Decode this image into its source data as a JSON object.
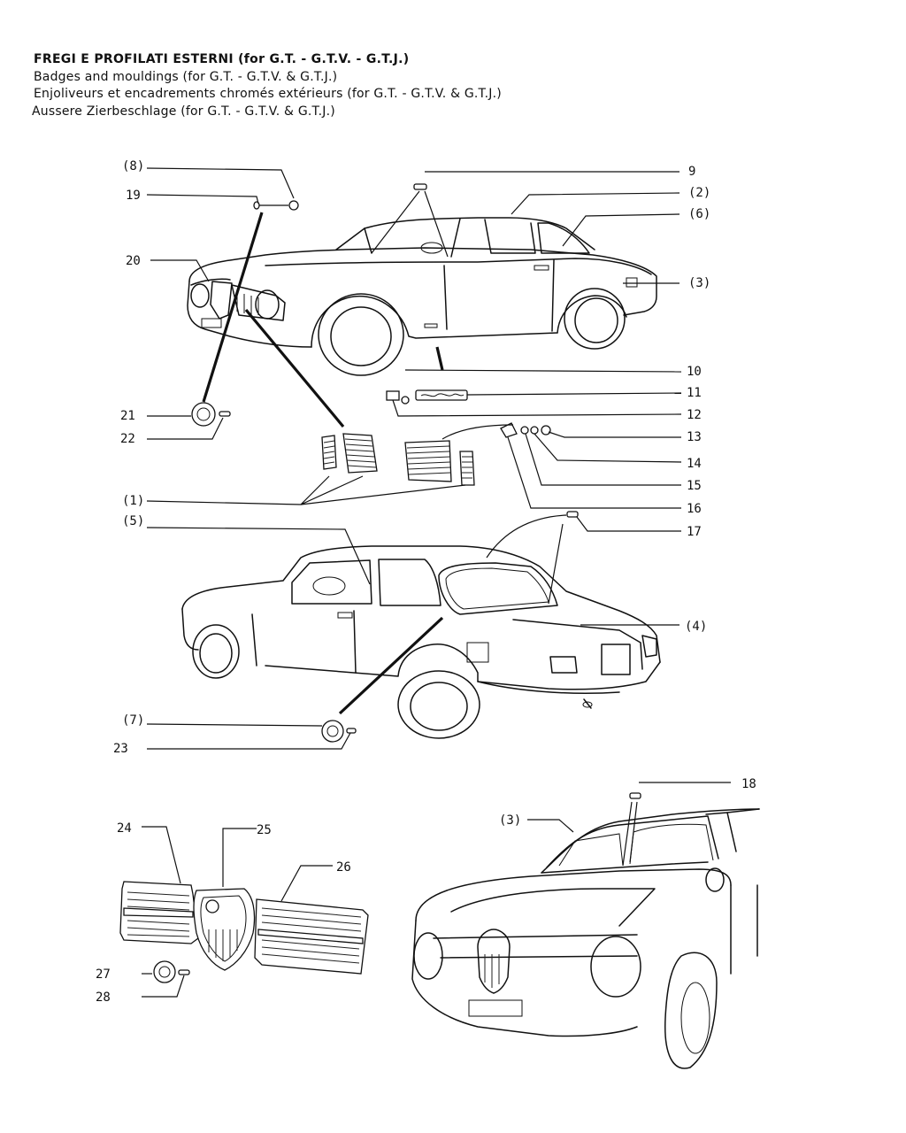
{
  "header": {
    "line_it": "FREGI E PROFILATI ESTERNI (for G.T. - G.T.V. - G.T.J.)",
    "line_en": "Badges and mouldings (for G.T. - G.T.V. & G.T.J.)",
    "line_fr": "Enjoliveurs et encadrements chromés extérieurs (for G.T. - G.T.V. & G.T.J.)",
    "line_de": "Aussere Zierbeschlage (for G.T. - G.T.V. & G.T.J.)"
  },
  "callouts": {
    "c8": "(8)",
    "c19": "19",
    "c20": "20",
    "c21": "21",
    "c22": "22",
    "c9": "9",
    "c2": "(2)",
    "c6": "(6)",
    "c3": "(3)",
    "c10": "10",
    "c11": "11",
    "c12": "12",
    "c13": "13",
    "c14": "14",
    "c15": "15",
    "c16": "16",
    "c17": "17",
    "c1": "(1)",
    "c5": "(5)",
    "c4": "(4)",
    "c7": "(7)",
    "c23": "23",
    "c18": "18",
    "c3b": "(3)",
    "c24": "24",
    "c25": "25",
    "c26": "26",
    "c27": "27",
    "c28": "28"
  }
}
